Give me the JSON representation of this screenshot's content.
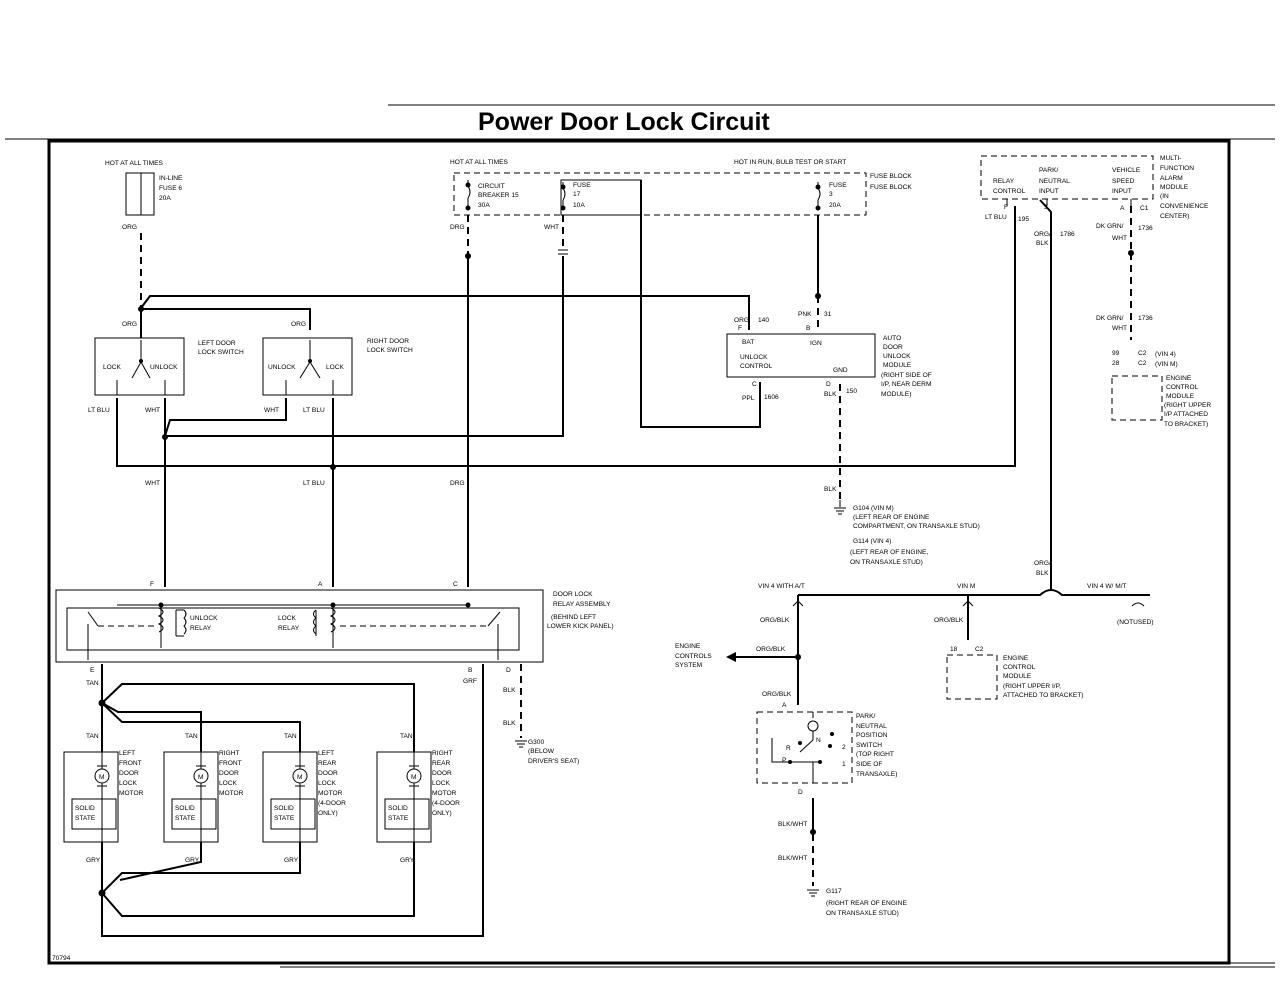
{
  "title": "Power Door Lock Circuit",
  "figure_number": "70794",
  "labels": {
    "hot_at_all_times_1": "HOT AT ALL TIMES",
    "hot_at_all_times_2": "HOT AT ALL TIMES",
    "hot_in_run": "HOT IN RUN, BULB TEST OR START",
    "fuse_block": "FUSE BLOCK",
    "inline_fuse_1": "IN-LINE",
    "inline_fuse_2": "FUSE 6",
    "inline_fuse_3": "20A",
    "cb_1": "CIRCUIT",
    "cb_2": "BREAKER 15",
    "cb_3": "30A",
    "fuse17_1": "FUSE",
    "fuse17_2": "17",
    "fuse17_3": "10A",
    "fuse3_1": "FUSE",
    "fuse3_2": "3",
    "fuse3_3": "20A",
    "alarm_1": "MULTI-",
    "alarm_2": "FUNCTION",
    "alarm_3": "ALARM",
    "alarm_4": "MODULE",
    "alarm_5": "(IN",
    "alarm_6": "CONVENIENCE",
    "alarm_7": "CENTER)",
    "relay_control_1": "RELAY",
    "relay_control_2": "CONTROL",
    "park_neutral_input_1": "PARK/",
    "park_neutral_input_2": "NEUTRAL",
    "park_neutral_input_3": "INPUT",
    "vehicle_speed_1": "VEHICLE",
    "vehicle_speed_2": "SPEED",
    "vehicle_speed_3": "INPUT",
    "left_switch_1": "LEFT DOOR",
    "left_switch_2": "LOCK SWITCH",
    "right_switch_1": "RIGHT DOOR",
    "right_switch_2": "LOCK SWITCH",
    "lock": "LOCK",
    "unlock": "UNLOCK",
    "adlm_1": "AUTO",
    "adlm_2": "DOOR",
    "adlm_3": "UNLOCK",
    "adlm_4": "MODULE",
    "adlm_5": "(RIGHT SIDE OF",
    "adlm_6": "I/P, NEAR DERM",
    "adlm_7": "MODULE)",
    "bat": "BAT",
    "ign": "IGN",
    "unlock_control_1": "UNLOCK",
    "unlock_control_2": "CONTROL",
    "gnd": "GND",
    "g104_1": "G104   (VIN M)",
    "g104_2": "(LEFT REAR OF ENGINE",
    "g104_3": "COMPARTMENT, ON TRANSAXLE STUD)",
    "g114_1": "G114    (VIN 4)",
    "g114_2": "(LEFT REAR OF ENGINE,",
    "g114_3": "ON TRANSAXLE STUD)",
    "relay_assy_1": "DOOR LOCK",
    "relay_assy_2": "RELAY ASSEMBLY",
    "relay_assy_3": "(BEHIND LEFT",
    "relay_assy_4": "LOWER KICK PANEL)",
    "unlock_relay_1": "UNLOCK",
    "unlock_relay_2": "RELAY",
    "lock_relay_1": "LOCK",
    "lock_relay_2": "RELAY",
    "g300_1": "G300",
    "g300_2": "(BELOW",
    "g300_3": "DRIVER'S SEAT)",
    "motor_m": "M",
    "solid_state_1": "SOLID",
    "solid_state_2": "STATE",
    "lf_motor": [
      "LEFT",
      "FRONT",
      "DOOR",
      "LOCK",
      "MOTOR"
    ],
    "rf_motor": [
      "RIGHT",
      "FRONT",
      "DOOR",
      "LOCK",
      "MOTOR"
    ],
    "lr_motor": [
      "LEFT",
      "REAR",
      "DOOR",
      "LOCK",
      "MOTOR",
      "(4-DOOR",
      "ONLY)"
    ],
    "rr_motor": [
      "RIGHT",
      "REAR",
      "DOOR",
      "LOCK",
      "MOTOR",
      "(4-DOOR",
      "ONLY)"
    ],
    "ecm1_1": "ENGINE",
    "ecm1_2": "CONTROL",
    "ecm1_3": "MODULE",
    "ecm1_4": "(RIGHT UPPER",
    "ecm1_5": "I/P ATTACHED",
    "ecm1_6": "TO BRACKET)",
    "vin4_1": "(VIN 4)",
    "vinm_1": "(VIN M)",
    "vin4_aft": "VIN 4 WITH A/T",
    "vinm": "VIN M",
    "vin4_mt": "VIN 4 W/ M/T",
    "not_used": "(NOTUSED)",
    "ecs_1": "ENGINE",
    "ecs_2": "CONTROLS",
    "ecs_3": "SYSTEM",
    "ecm2_1": "ENGINE",
    "ecm2_2": "CONTROL",
    "ecm2_3": "MODULE",
    "ecm2_4": "(RIGHT UPPER I/P,",
    "ecm2_5": "ATTACHED TO BRACKET)",
    "pnp_1": "PARK/",
    "pnp_2": "NEUTRAL",
    "pnp_3": "POSITION",
    "pnp_4": "SWITCH",
    "pnp_5": "(TOP RIGHT",
    "pnp_6": "SIDE OF",
    "pnp_7": "TRANSAXLE)",
    "g117_1": "G117",
    "g117_2": "(RIGHT REAR OF ENGINE",
    "g117_3": "ON TRANSAXLE STUD)"
  },
  "wire_colors": {
    "org": "ORG",
    "drg": "DRG",
    "wht": "WHT",
    "ltblu": "LT BLU",
    "pnk": "PNK",
    "ppl": "PPL",
    "blk": "BLK",
    "dkgrn_wht_1": "DK GRN/",
    "dkgrn_wht_2": "WHT",
    "org_blk_1": "ORG/",
    "org_blk_2": "BLK",
    "org_blk": "ORG/BLK",
    "tan": "TAN",
    "grf": "GRF",
    "gry": "GRY",
    "blk_wht": "BLK/WHT"
  },
  "circuit_numbers": {
    "c140": "140",
    "c31": "31",
    "c1606": "1606",
    "c150": "150",
    "c195": "195",
    "c1786": "1786",
    "c1736a": "1736",
    "c1736b": "1736"
  },
  "pins": {
    "F": "F",
    "B": "B",
    "C": "C",
    "D": "D",
    "A": "A",
    "E": "E",
    "J": "J",
    "C1": "C1",
    "C2": "C2",
    "p99": "99",
    "p28": "28",
    "p18": "18",
    "R": "R",
    "P": "P",
    "N": "N",
    "n2": "2",
    "n1": "1"
  }
}
